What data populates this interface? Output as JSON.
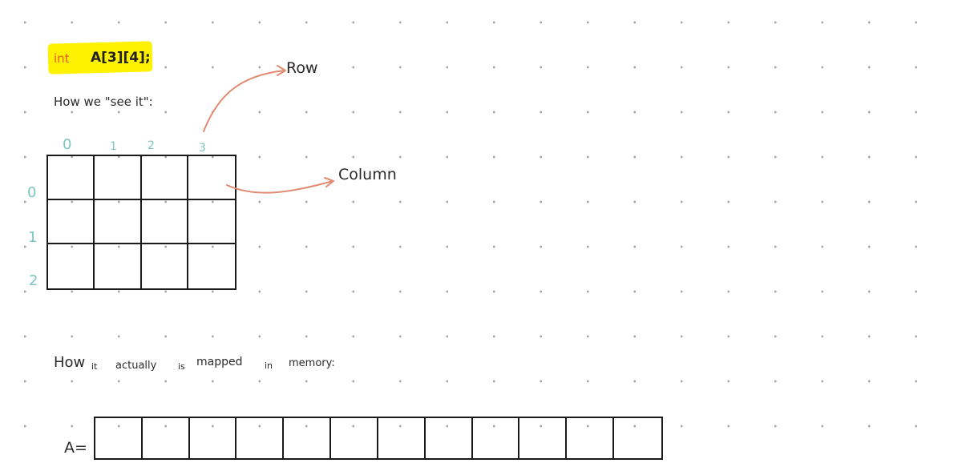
{
  "declaration": {
    "type_keyword": "int",
    "variable": "A[3][4];",
    "highlight_color": "#fff200",
    "keyword_color": "#f05a28"
  },
  "heading_see": "How we \"see it\":",
  "column_indices": [
    "0",
    "1",
    "2",
    "3"
  ],
  "row_indices": [
    "0",
    "1",
    "2"
  ],
  "index_color": "#7cc6c2",
  "arrow_color": "#e08a70",
  "labels": {
    "row": "Row",
    "column": "Column"
  },
  "grid": {
    "rows": 3,
    "cols": 4
  },
  "heading_memory": {
    "how": "How",
    "it": "it",
    "actually": "actually",
    "is": "is",
    "mapped": "mapped",
    "in": "in",
    "memory": "memory:"
  },
  "memory_strip": {
    "label": "A=",
    "cells": 12
  }
}
